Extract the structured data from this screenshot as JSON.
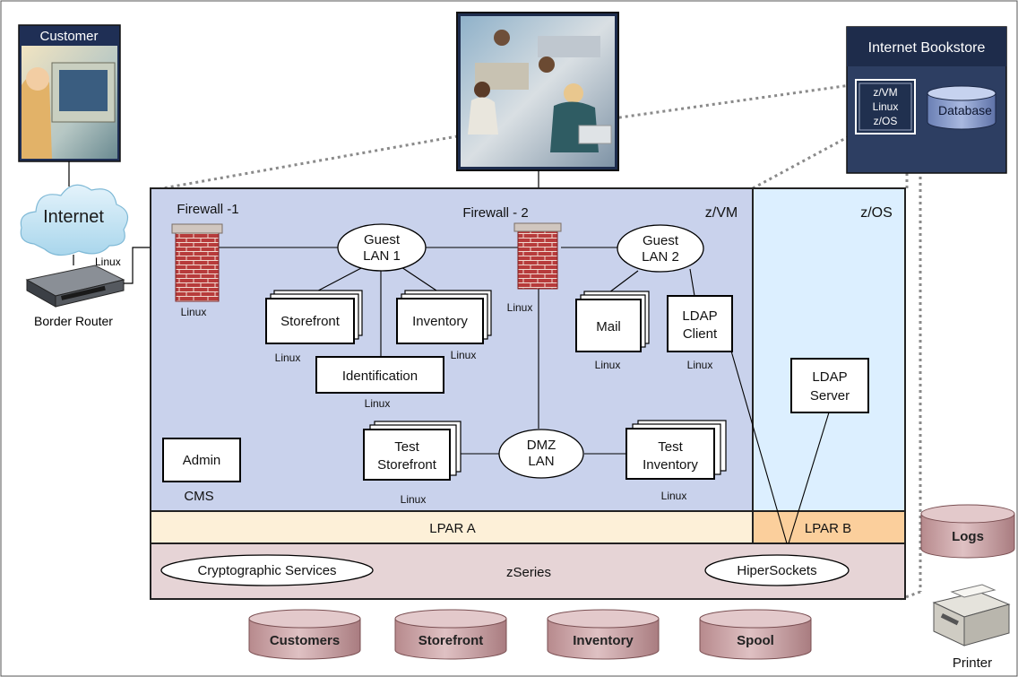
{
  "customer": {
    "label": "Customer"
  },
  "internet": {
    "label": "Internet"
  },
  "router": {
    "label": "Border Router",
    "os": "Linux"
  },
  "bookstore": {
    "title": "Internet Bookstore",
    "systems": [
      "z/VM",
      "Linux",
      "z/OS"
    ],
    "database": "Database"
  },
  "zvm": {
    "label": "z/VM",
    "firewall1": {
      "label": "Firewall -1",
      "os": "Linux"
    },
    "firewall2": {
      "label": "Firewall - 2",
      "os": "Linux"
    },
    "guest_lan1": [
      "Guest",
      "LAN 1"
    ],
    "guest_lan2": [
      "Guest",
      "LAN 2"
    ],
    "dmz_lan": [
      "DMZ",
      "LAN"
    ],
    "storefront": {
      "label": "Storefront",
      "os": "Linux"
    },
    "inventory": {
      "label": "Inventory",
      "os": "Linux"
    },
    "identification": {
      "label": "Identification",
      "os": "Linux"
    },
    "mail": {
      "label": "Mail",
      "os": "Linux"
    },
    "ldap_client": {
      "lines": [
        "LDAP",
        "Client"
      ],
      "os": "Linux"
    },
    "test_storefront": {
      "lines": [
        "Test",
        "Storefront"
      ],
      "os": "Linux"
    },
    "test_inventory": {
      "lines": [
        "Test",
        "Inventory"
      ],
      "os": "Linux"
    },
    "admin": {
      "label": "Admin",
      "sub": "CMS"
    }
  },
  "zos": {
    "label": "z/OS",
    "ldap_server": [
      "LDAP",
      "Server"
    ]
  },
  "lpar_a": "LPAR A",
  "lpar_b": "LPAR B",
  "zseries": {
    "label": "zSeries",
    "crypto": "Cryptographic Services",
    "hipersockets": "HiperSockets"
  },
  "databases": [
    "Customers",
    "Storefront",
    "Inventory",
    "Spool"
  ],
  "logs": "Logs",
  "printer": "Printer",
  "colors": {
    "zvm_fill": "#c9d2ec",
    "zos_fill": "#dcefff",
    "lpar_a_fill": "#fdf0d8",
    "lpar_b_fill": "#fbcf9c",
    "zseries_fill": "#e6d4d6",
    "db_fill": "#c59a9d",
    "brick": "#b73b3b",
    "bookstore_bg": "#2d3e62"
  }
}
